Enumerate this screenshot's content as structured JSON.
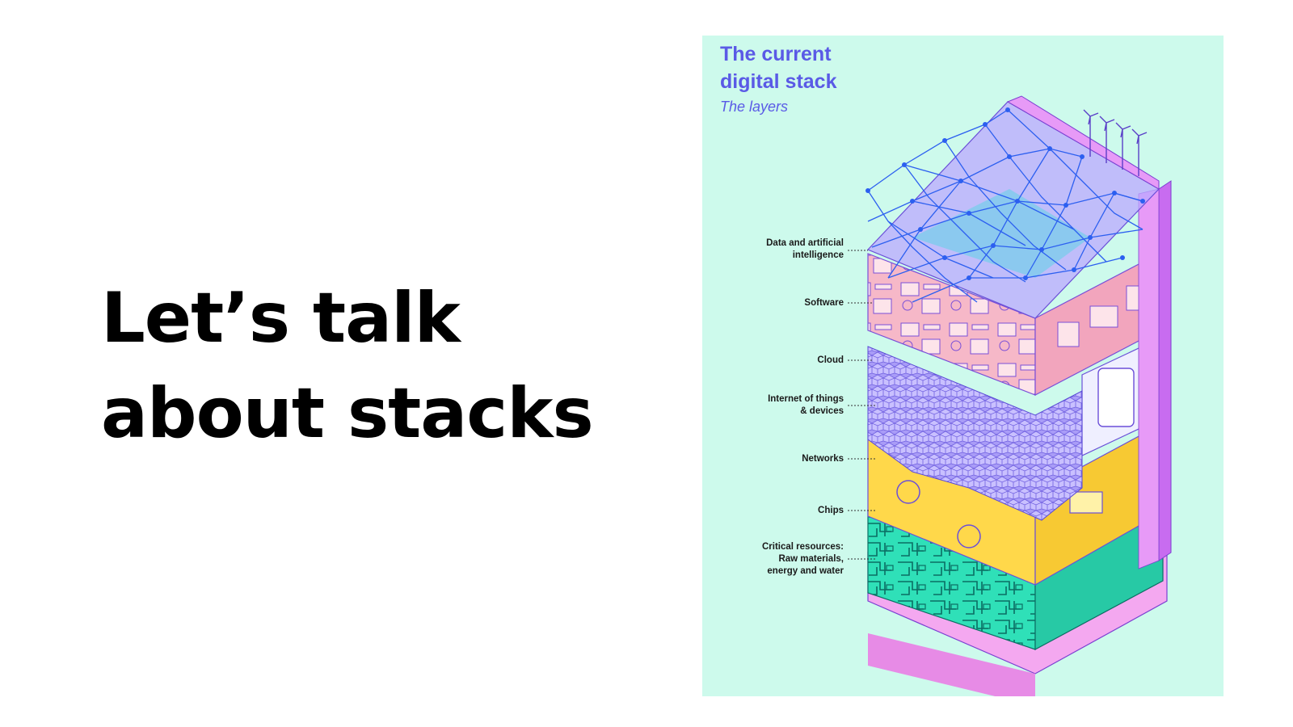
{
  "slide": {
    "headline_line1": "Let’s talk",
    "headline_line2": "about stacks"
  },
  "figure": {
    "title_line1": "The current",
    "title_line2": "digital stack",
    "subtitle": "The layers",
    "background": "#cdfaec",
    "accent": "#5a5ae6",
    "layers": [
      {
        "label": "Data and artificial\nintelligence",
        "color": "#4a7ef0"
      },
      {
        "label": "Software",
        "color": "#f6b8c8"
      },
      {
        "label": "Cloud",
        "color": "#9b8cf5"
      },
      {
        "label": "Internet of things\n& devices",
        "color": "#e9e9ff"
      },
      {
        "label": "Networks",
        "color": "#ffd84a"
      },
      {
        "label": "Chips",
        "color": "#ffd84a"
      },
      {
        "label": "Critical resources:\nRaw materials,\nenergy and water",
        "color": "#2fe0b8"
      }
    ]
  }
}
